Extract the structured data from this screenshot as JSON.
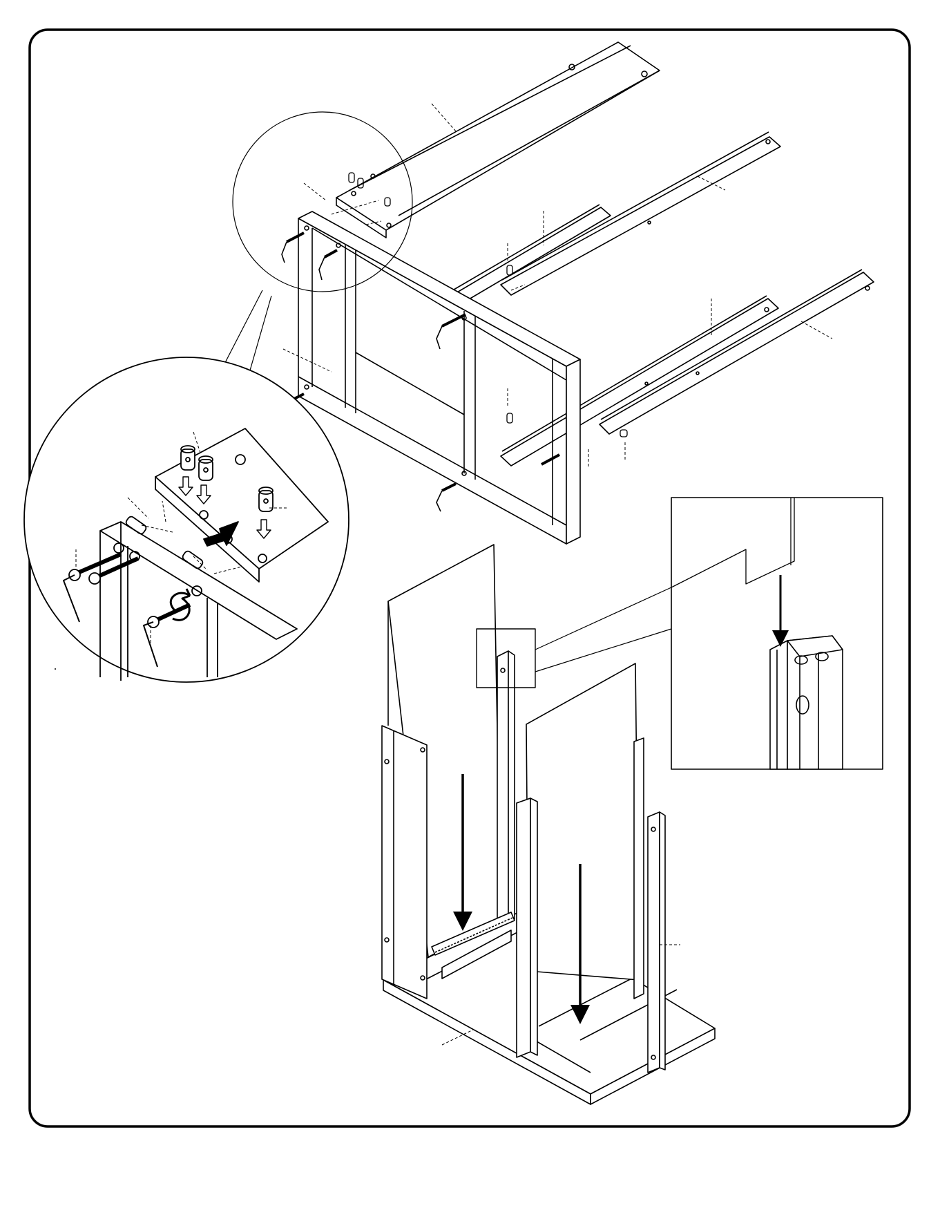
{
  "page": {
    "kind": "assembly-instruction-sheet",
    "text_labels": []
  },
  "colors": {
    "ink": "#000000",
    "paper": "#ffffff",
    "panel_shade": "#f4f4f4"
  },
  "figures": {
    "top": "frame-assembly-exploded-view",
    "detail": "cam-lock-and-bolt-magnified-detail",
    "bottom": "panel-insertion-view",
    "inset": "panel-groove-detail-inset"
  }
}
